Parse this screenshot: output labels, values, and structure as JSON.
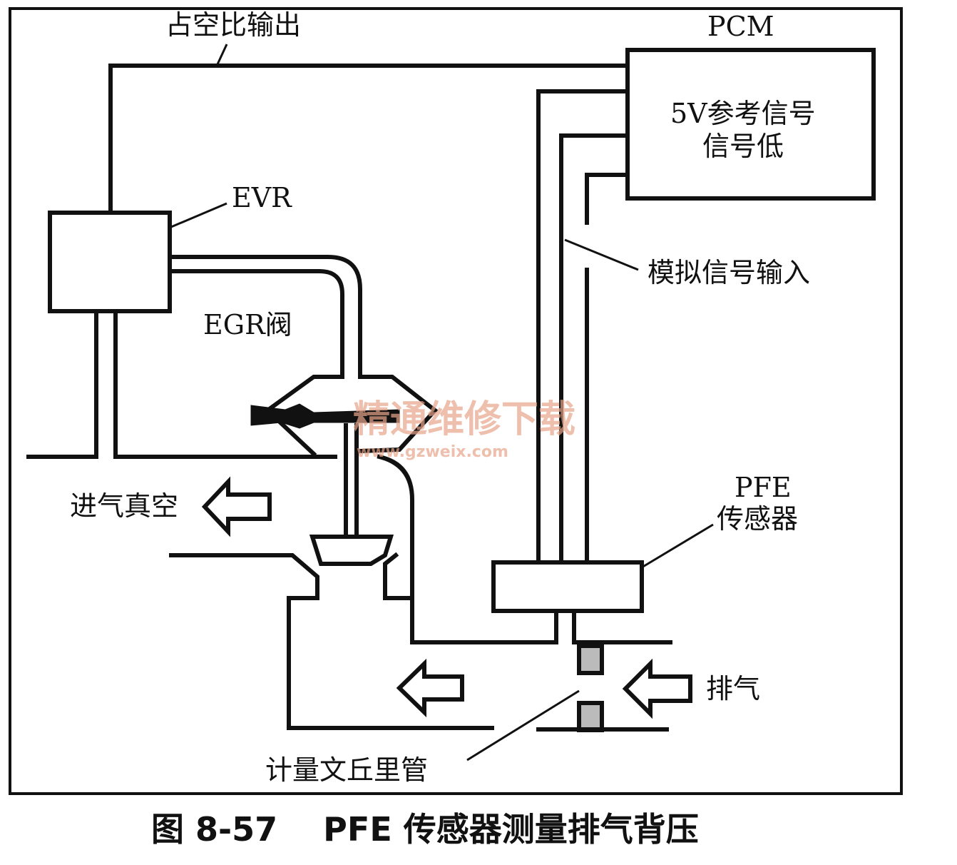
{
  "diagram": {
    "labels": {
      "duty_cycle_output": "占空比输出",
      "pcm": "PCM",
      "ref_5v": "5V参考信号",
      "signal_low": "信号低",
      "evr": "EVR",
      "egr_valve": "EGR阀",
      "analog_input": "模拟信号输入",
      "intake_vacuum": "进气真空",
      "pfe": "PFE",
      "sensor": "传感器",
      "exhaust": "排气",
      "metering_venturi": "计量文丘里管"
    },
    "watermark": {
      "text": "精通维修下载",
      "url": "www.gzweix.com"
    },
    "caption": "图 8-57    PFE 传感器测量排气背压"
  }
}
